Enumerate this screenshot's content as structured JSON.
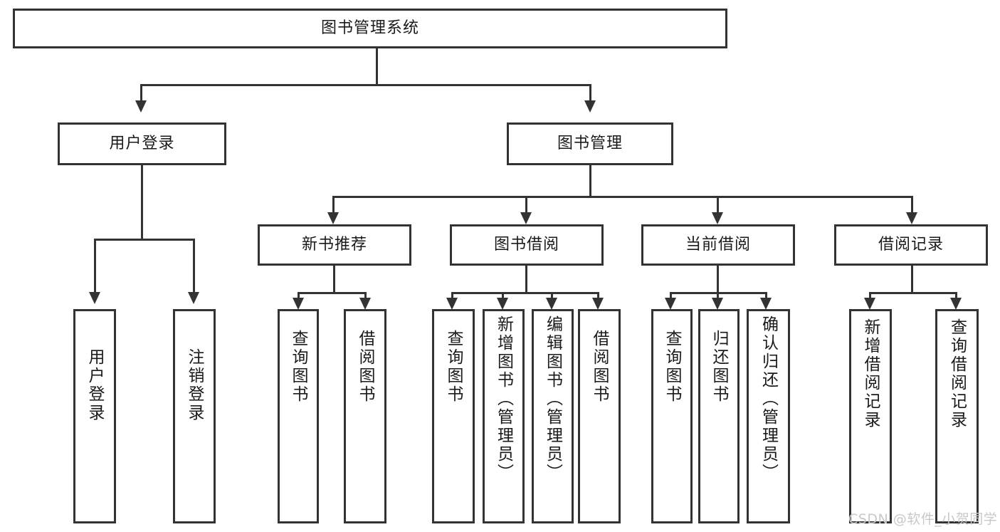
{
  "diagram": {
    "title": "图书管理系统",
    "type": "hierarchy-tree",
    "root": {
      "label": "图书管理系统"
    },
    "level1": [
      {
        "label": "用户登录"
      },
      {
        "label": "图书管理"
      }
    ],
    "level2": [
      {
        "label": "新书推荐"
      },
      {
        "label": "图书借阅"
      },
      {
        "label": "当前借阅"
      },
      {
        "label": "借阅记录"
      }
    ],
    "leaves": {
      "user_login": [
        {
          "label": "用户登录"
        },
        {
          "label": "注销登录"
        }
      ],
      "new_book_recommend": [
        {
          "label": "查询图书"
        },
        {
          "label": "借阅图书"
        }
      ],
      "book_borrow": [
        {
          "label": "查询图书"
        },
        {
          "label": "新增图书（管理员）"
        },
        {
          "label": "编辑图书（管理员）"
        },
        {
          "label": "借阅图书"
        }
      ],
      "current_borrow": [
        {
          "label": "查询图书"
        },
        {
          "label": "归还图书"
        },
        {
          "label": "确认归还（管理员）"
        }
      ],
      "borrow_record": [
        {
          "label": "新增借阅记录"
        },
        {
          "label": "查询借阅记录"
        }
      ]
    }
  },
  "watermark": {
    "text": "CSDN @软件_小贺同学"
  },
  "colors": {
    "stroke": "#333333",
    "background": "#ffffff",
    "text": "#1a1a1a",
    "watermark": "#c8c8c8"
  }
}
